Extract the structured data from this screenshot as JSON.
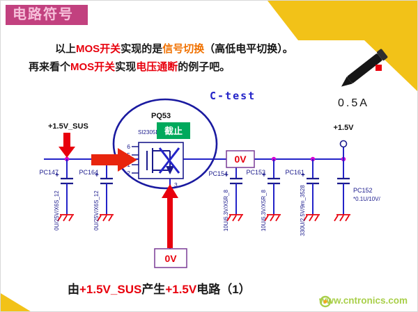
{
  "banner": {
    "title": "电路符号"
  },
  "intro": {
    "line1": {
      "p1": "以上",
      "p2": "MOS开关",
      "p3": "实现的是",
      "p4": "信号切换",
      "p5": "（高低电平切换）。"
    },
    "line2": {
      "p1": "再来看个",
      "p2": "MOS开关",
      "p3": "实现",
      "p4": "电压通断",
      "p5": "的例子吧。"
    }
  },
  "circuit": {
    "title": "C-test",
    "current_label": "0.5A",
    "input_net": "+1.5V_SUS",
    "output_net": "+1.5V",
    "mosfet": {
      "ref": "PQ53",
      "part": "SI2305DDV",
      "state": "截止",
      "pin6": "6",
      "pin5": "5",
      "pin1": "1",
      "pin2": "2",
      "pin3": "3"
    },
    "node_voltage_drain": "0V",
    "node_voltage_gate": "0V",
    "plus_sign": "+",
    "capacitors": [
      {
        "ref": "PC147",
        "value": "0U/25V/X6S_12"
      },
      {
        "ref": "PC164",
        "value": "0U/25V/X6S_12"
      },
      {
        "ref": "PC154",
        "value": "10U/6.3V/X5R_8"
      },
      {
        "ref": "PC153",
        "value": "10U/6.3V/X5R_8"
      },
      {
        "ref": "PC161",
        "value": "330U/2.5V/9m_3528"
      },
      {
        "ref": "PC152",
        "value": "*0.1U/10V/"
      }
    ]
  },
  "caption": {
    "p1": "由",
    "p2": "+1.5V_SUS",
    "p3": "产生",
    "p4": "+1.5V",
    "p5": "电路（1）"
  },
  "watermark": {
    "site": "www.cntronics.com"
  },
  "colors": {
    "banner_pink": "#c2417f",
    "corner_yellow": "#f2c218",
    "wire_blue": "#2323c8",
    "alert_red": "#e8000d",
    "state_green": "#00a95c",
    "junction_magenta": "#d400d4",
    "watermark_green": "#a9cf4a"
  }
}
